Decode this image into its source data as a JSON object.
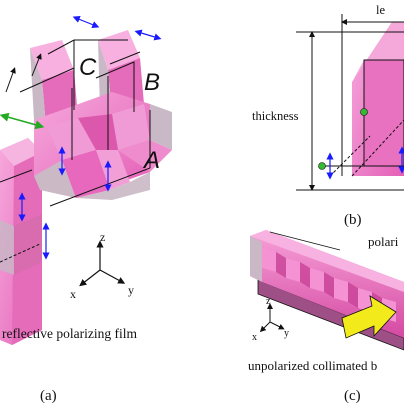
{
  "panel_a": {
    "caption": "(a)",
    "section_labels": [
      "C",
      "B",
      "A"
    ],
    "film_label": "reflective polarizing film",
    "axes": {
      "z": "z",
      "x": "x",
      "y": "y"
    }
  },
  "panel_b": {
    "caption": "(b)",
    "thickness_label": "thickness",
    "length_label": "le"
  },
  "panel_c": {
    "caption": "(c)",
    "polarized_label": "polari",
    "beam_label": "unpolarized collimated b",
    "axes": {
      "z": "z",
      "x": "x",
      "y": "y"
    }
  },
  "colors": {
    "prism_light": "#f49ad6",
    "prism_mid": "#ee6fc4",
    "prism_dark": "#d94ea9",
    "prism_side": "#c8b8c4",
    "arrow_blue": "#1a1aff",
    "arrow_green": "#22aa22",
    "arrow_yellow": "#f2ea1a",
    "dot_green": "#33bb33"
  }
}
